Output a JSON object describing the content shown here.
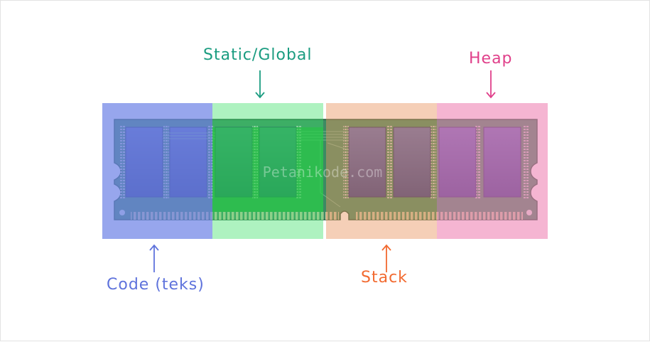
{
  "labels": {
    "static_global": "Static/Global",
    "heap": "Heap",
    "code": "Code (teks)",
    "stack": "Stack"
  },
  "watermark": "Petanikode.com",
  "colors": {
    "code": "#5f73dc",
    "static": "#1a9c80",
    "stack": "#f26a30",
    "heap": "#e0408a",
    "ram_board": "#3f8c65"
  }
}
